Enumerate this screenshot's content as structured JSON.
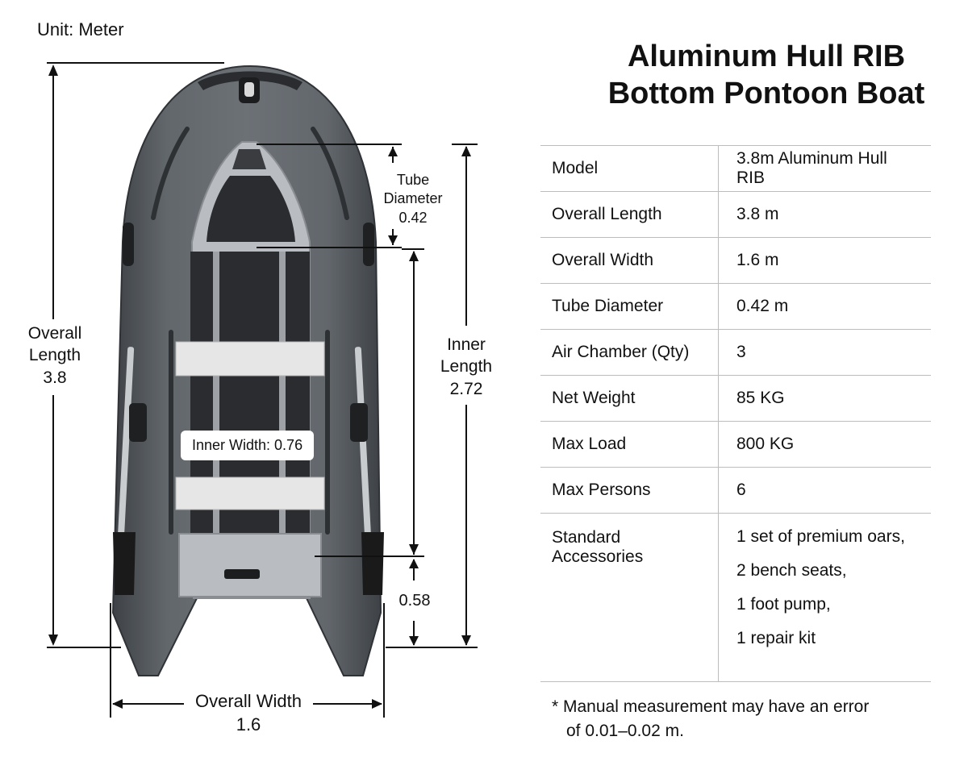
{
  "unit_label": "Unit: Meter",
  "title": {
    "line1": "Aluminum Hull RIB",
    "line2": "Bottom Pontoon Boat"
  },
  "dimensions": {
    "overall_length": {
      "label_line1": "Overall",
      "label_line2": "Length",
      "value": "3.8"
    },
    "tube_diameter": {
      "label_line1": "Tube",
      "label_line2": "Diameter",
      "value": "0.42"
    },
    "inner_length": {
      "label_line1": "Inner",
      "label_line2": "Length",
      "value": "2.72"
    },
    "transom_height": {
      "value": "0.58"
    },
    "inner_width": {
      "label": "Inner Width: 0.76"
    },
    "overall_width": {
      "label": "Overall Width",
      "value": "1.6"
    }
  },
  "specs": [
    {
      "key": "Model",
      "value": "3.8m Aluminum Hull RIB"
    },
    {
      "key": "Overall Length",
      "value": "3.8 m"
    },
    {
      "key": "Overall Width",
      "value": "1.6 m"
    },
    {
      "key": "Tube Diameter",
      "value": "0.42 m"
    },
    {
      "key": "Air Chamber (Qty)",
      "value": "3"
    },
    {
      "key": "Net Weight",
      "value": "85 KG"
    },
    {
      "key": "Max Load",
      "value": "800 KG"
    },
    {
      "key": "Max Persons",
      "value": "6"
    }
  ],
  "accessories": {
    "key": "Standard Accessories",
    "items": [
      "1 set of premium oars,",
      "2 bench seats,",
      "1 foot pump,",
      "1 repair kit"
    ]
  },
  "note": {
    "line1": "* Manual measurement may have an error",
    "line2": "of 0.01–0.02 m."
  },
  "colors": {
    "tube": "#5b5f63",
    "floor": "#2a2c2f",
    "aluminum": "#b9bdc1",
    "seat": "#e6e6e6",
    "dimension_line": "#111111"
  }
}
